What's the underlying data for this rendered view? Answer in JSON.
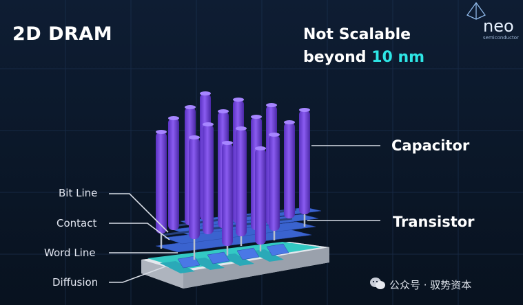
{
  "header": {
    "title": "2D DRAM",
    "claim_line1": "Not Scalable",
    "claim_line2_prefix": "beyond ",
    "claim_line2_value": "10 nm"
  },
  "labels": {
    "capacitor": "Capacitor",
    "transistor": "Transistor",
    "bit_line": "Bit Line",
    "contact": "Contact",
    "word_line": "Word Line",
    "diffusion": "Diffusion"
  },
  "logo": {
    "text": "neo",
    "subtext": "semiconductor"
  },
  "watermark": {
    "text": "公众号 · 驭势资本"
  },
  "colors": {
    "background": "#0b1729",
    "accent": "#2ee6e6",
    "capacitor": "#7b4fe0",
    "word_line": "#3d6fd6",
    "diffusion": "#38d8d0",
    "substrate": "#d9dde3"
  }
}
